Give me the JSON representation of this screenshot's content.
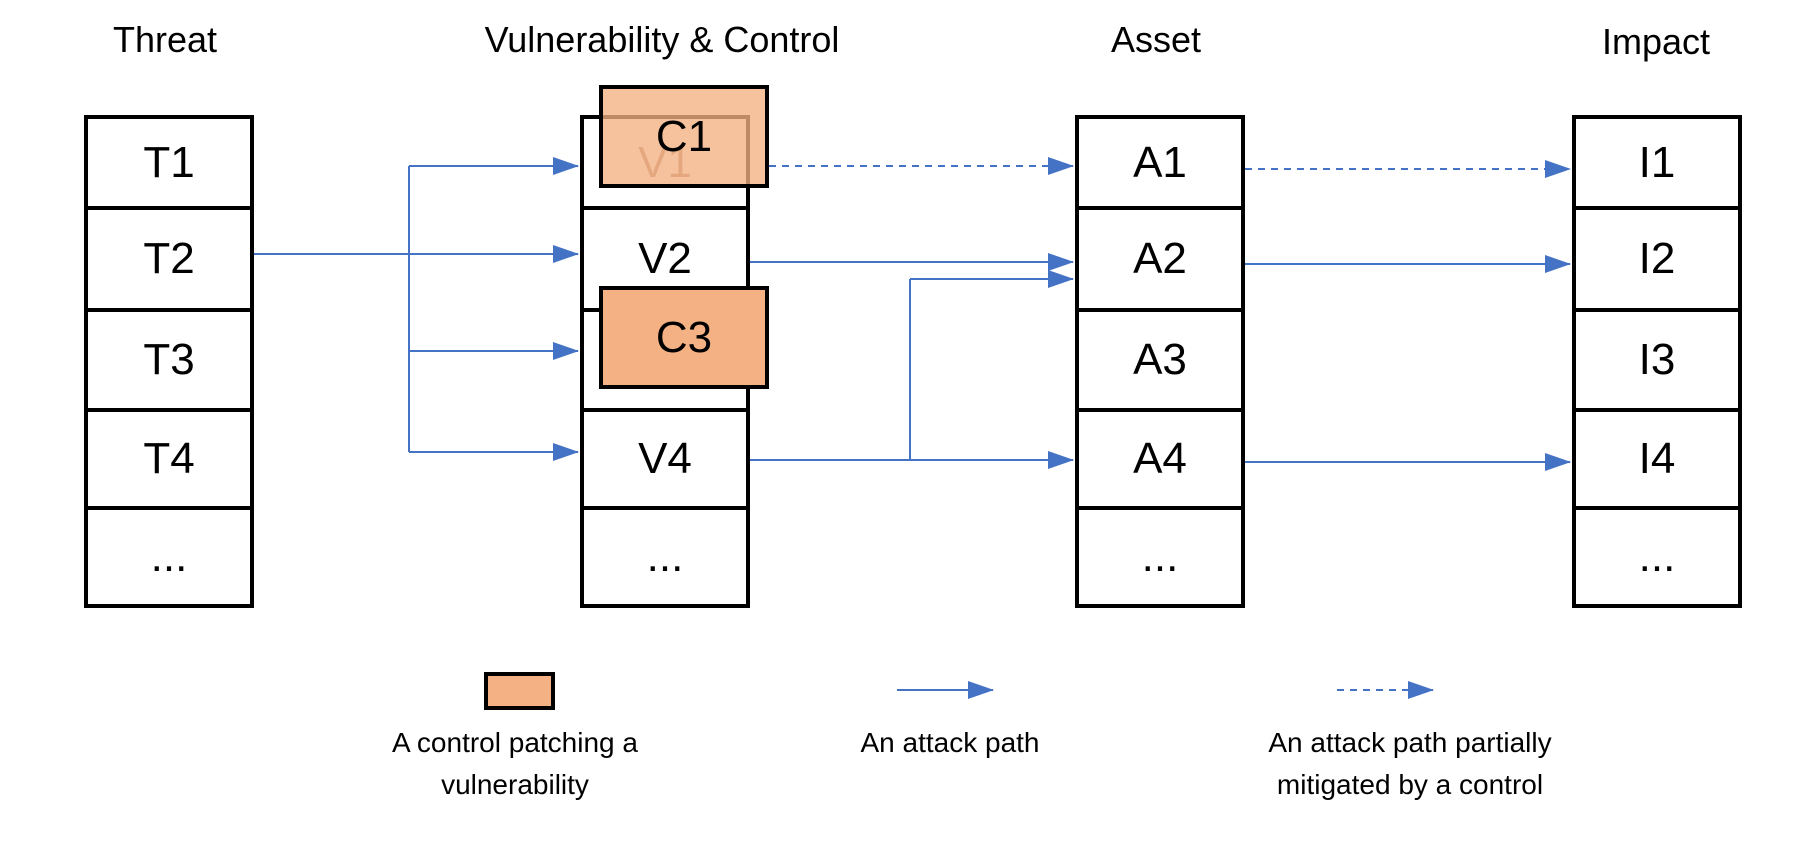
{
  "headers": {
    "threat": "Threat",
    "vulnerability_control": "Vulnerability & Control",
    "asset": "Asset",
    "impact": "Impact"
  },
  "threats": [
    "T1",
    "T2",
    "T3",
    "T4",
    "..."
  ],
  "vulnerabilities": [
    "V1",
    "V2",
    "",
    "V4",
    "..."
  ],
  "assets": [
    "A1",
    "A2",
    "A3",
    "A4",
    "..."
  ],
  "impacts": [
    "I1",
    "I2",
    "I3",
    "I4",
    "..."
  ],
  "controls": {
    "c1": "C1",
    "c3": "C3"
  },
  "legend": {
    "control_label": "A control patching a vulnerability",
    "attack_path_label": "An attack path",
    "mitigated_path_label": "An attack path partially mitigated by a control"
  },
  "colors": {
    "arrow": "#4472C4",
    "control_fill_transparent": "#F4B183",
    "control_fill_solid": "#F4B183",
    "border": "#000000"
  }
}
